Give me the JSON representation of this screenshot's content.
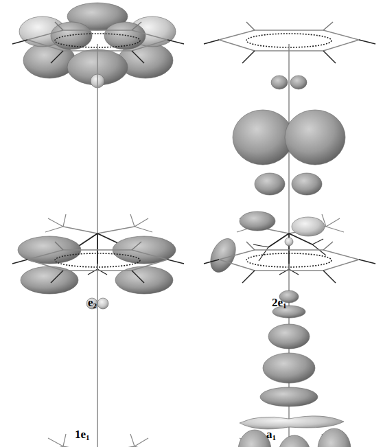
{
  "diagram": {
    "labels": [
      "e2",
      "2e1",
      "1e1",
      "a1"
    ]
  }
}
